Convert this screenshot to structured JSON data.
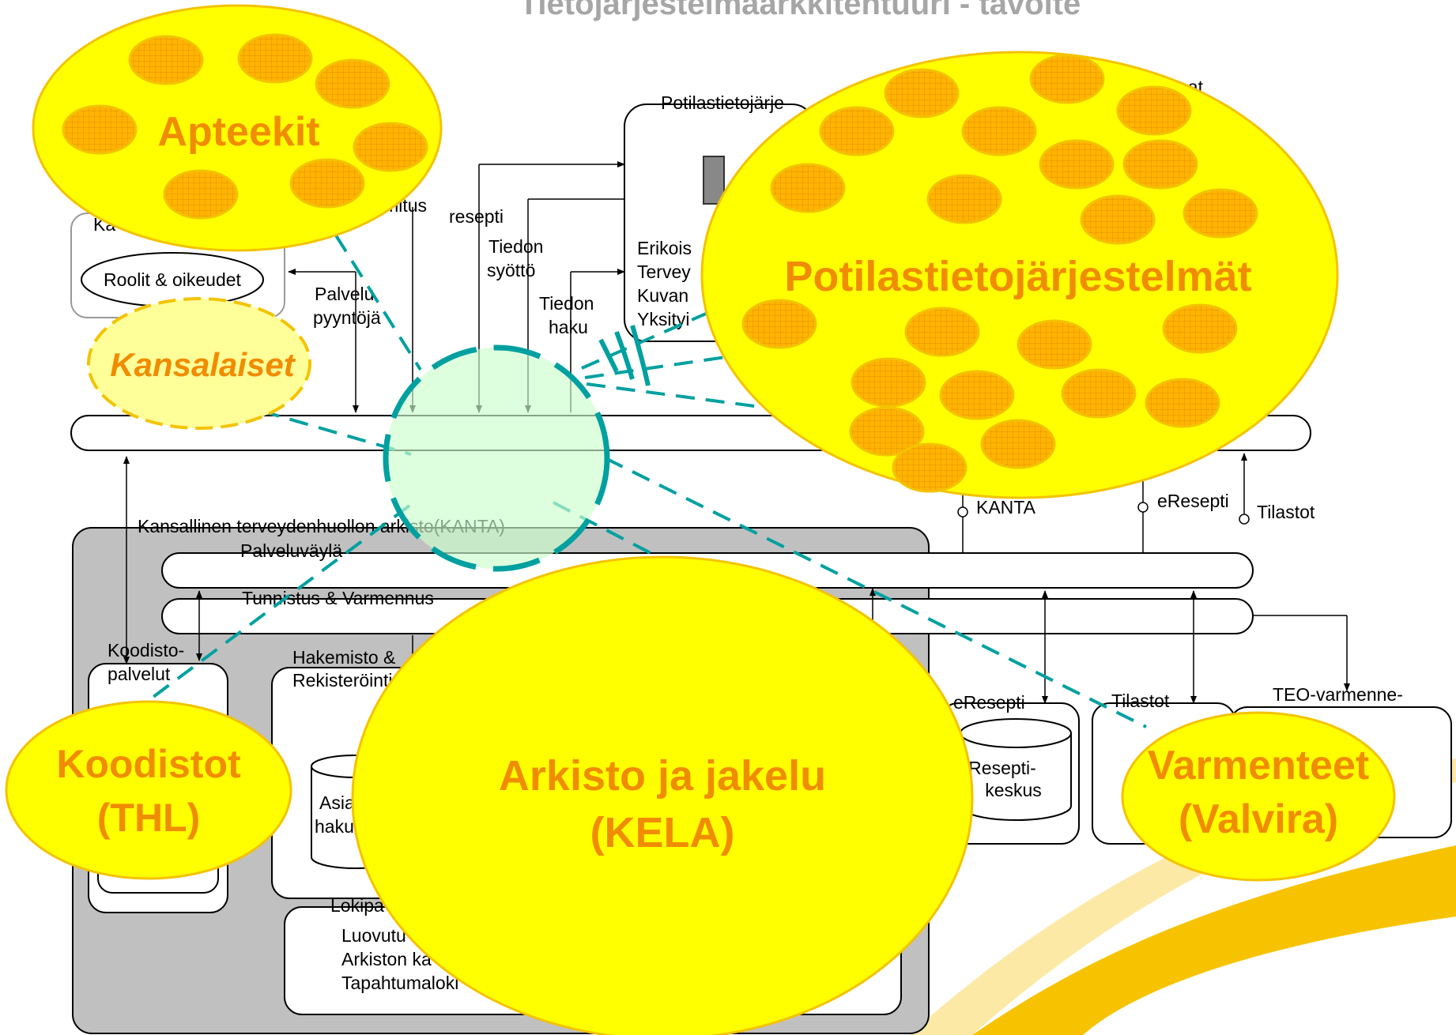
{
  "title": "Tietojärjestelmäarkkitehtuuri - tavoite",
  "labels": {
    "ka": "Ka",
    "roolit": "Roolit & oikeudet",
    "toimitus": "imitus",
    "resepti": "resepti",
    "tiedon_syotto_1": "Tiedon",
    "tiedon_syotto_2": "syöttö",
    "tiedon_haku_1": "Tiedon",
    "tiedon_haku_2": "haku",
    "palvelupyyntoja_1": "Palvelu",
    "palvelupyyntoja_2": "pyyntöjä",
    "potilastietojarj": "Potilastietojärje",
    "erikois": "Erikois",
    "tervey": "Tervey",
    "kuvan": "Kuvan",
    "yksityi": "Yksityi",
    "nat": "nat",
    "kanta_top": "KANTA",
    "eresepti_top": "eResepti",
    "tilastot_top": "Tilastot",
    "kanta_arkisto": "Kansallinen terveydenhuollon arkisto(KANTA)",
    "palveluvayla": "Palveluväylä",
    "tunnistus": "Tunnistus & Varmennus",
    "koodisto_1": "Koodisto-",
    "koodisto_2": "palvelut",
    "hakemisto_1": "Hakemisto &",
    "hakemisto_2": "Rekisteröinti",
    "asia_1": "Asia",
    "asia_2": "haku",
    "lokipa": "Lokipa",
    "luovutu": "Luovutu",
    "arkiston": "Arkiston ka",
    "tapahtumaloki": "Tapahtumaloki",
    "eresepti_box": "eResepti",
    "reseptikeskus_1": "Resepti-",
    "reseptikeskus_2": "keskus",
    "tilastot_box": "Tilastot",
    "teo_1": "TEO-varmenne-"
  },
  "bubbles": {
    "apteekit": "Apteekit",
    "potilas": "Potilastietojärjestelmät",
    "kansalaiset": "Kansalaiset",
    "koodistot_1": "Koodistot",
    "koodistot_2": "(THL)",
    "arkisto_1": "Arkisto ja jakelu",
    "arkisto_2": "(KELA)",
    "varmenteet_1": "Varmenteet",
    "varmenteet_2": "(Valvira)"
  },
  "colors": {
    "bubble_fill": "#ffff00",
    "bubble_text": "#f08c00",
    "cell_fill": "#ffb400",
    "dash_line": "#00a0a0",
    "kanta_fill": "#c0c0c0",
    "hub_fill": "#ccffcc"
  }
}
